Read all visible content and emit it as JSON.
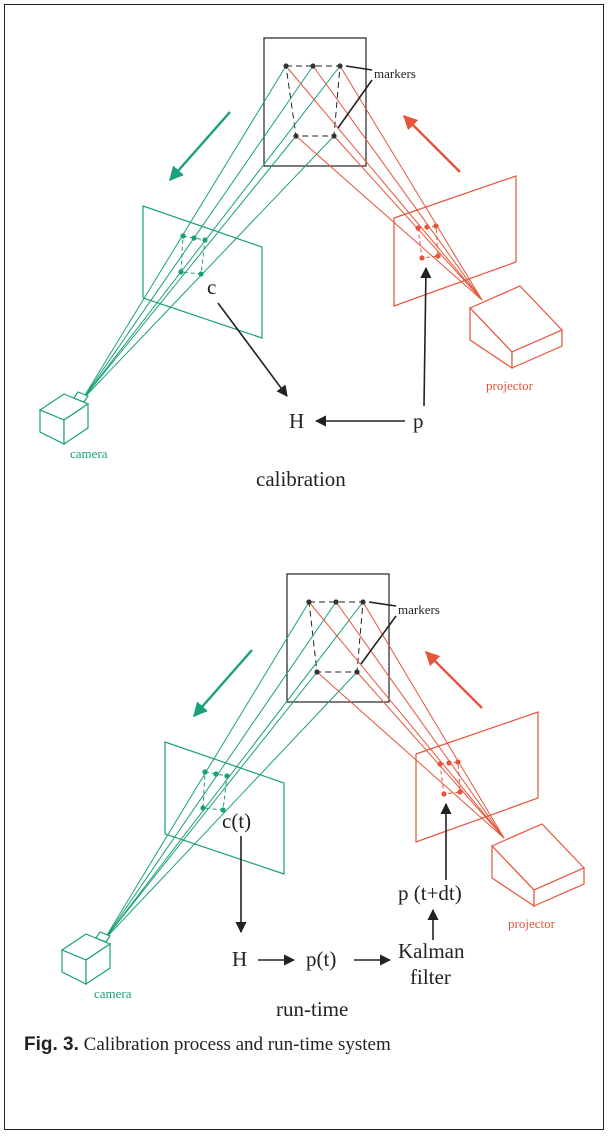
{
  "colors": {
    "camera": "#1aa07a",
    "projector": "#e6543a",
    "ink": "#222222"
  },
  "calibration": {
    "markers": "markers",
    "camera": "camera",
    "projector": "projector",
    "c": "c",
    "H": "H",
    "p": "p",
    "label": "calibration"
  },
  "runtime": {
    "markers": "markers",
    "camera": "camera",
    "projector": "projector",
    "ct": "c(t)",
    "H": "H",
    "pt": "p(t)",
    "ptdt": "p (t+dt)",
    "kalman_line1": "Kalman",
    "kalman_line2": "filter",
    "label": "run-time"
  },
  "caption": {
    "figno": "Fig. 3.",
    "text": "Calibration process and run-time system"
  }
}
